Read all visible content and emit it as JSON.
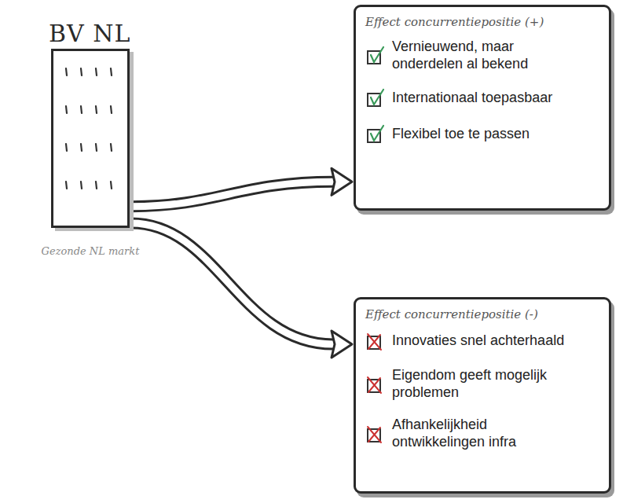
{
  "diagram": {
    "nodes": [
      {
        "text": [
          "BV NL"
        ]
      },
      {
        "text": [
          "Effect concurrentiepositie (+)",
          "Vernieuwend, maar onderdelen al bekend",
          "Internationaal toepasbaar",
          "Flexibel toe te passen"
        ]
      },
      {
        "text": [
          "Effect concurrentiepositie (-)",
          "Innovaties snel achterhaald",
          "Eigendom geeft mogelijk problemen",
          "Afhankelijkheid ontwikkelingen infra"
        ]
      }
    ],
    "edges": [
      {
        "from": 0,
        "to": 1,
        "arrow": "to"
      },
      {
        "from": 0,
        "to": 2,
        "arrow": "to"
      }
    ],
    "labels": [
      "Gezonde NL markt"
    ]
  }
}
